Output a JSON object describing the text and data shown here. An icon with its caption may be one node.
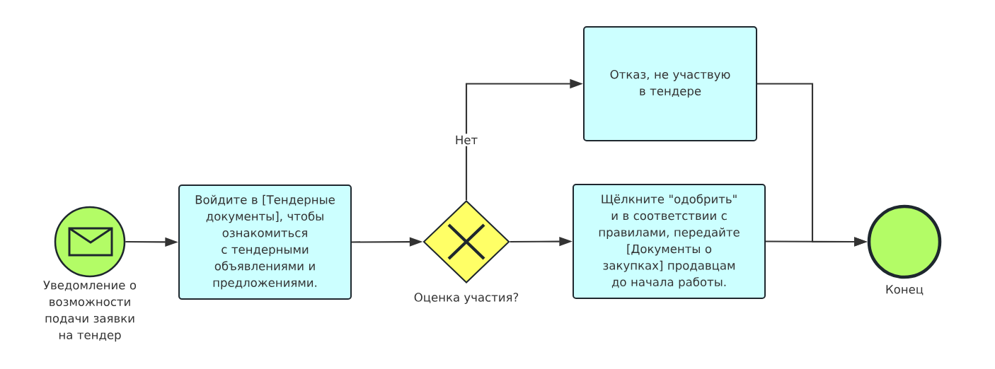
{
  "diagram": {
    "nodes": [
      {
        "text": [
          "Уведомление о возможности подачи заявки на тендер"
        ]
      },
      {
        "text": [
          "Войдите в [Тендерные документы], чтобы ознакомиться с тендерными объявлениями и предложениями."
        ]
      },
      {
        "text": [
          "Оценка участия?"
        ]
      },
      {
        "text": [
          "Отказ, не участвую в тендере"
        ]
      },
      {
        "text": [
          "Щёлкните \"одобрить\" и в соответствии с правилами, передайте [Документы о закупках] продавцам до начала работы."
        ]
      },
      {
        "text": [
          "Конец"
        ]
      }
    ],
    "edges": [
      {
        "from": 0,
        "to": 1,
        "arrow": "to"
      },
      {
        "from": 1,
        "to": 2,
        "arrow": "to"
      },
      {
        "from": 2,
        "to": 3,
        "arrow": "to",
        "label": "Нет"
      },
      {
        "from": 2,
        "to": 4,
        "arrow": "to"
      },
      {
        "from": 3,
        "to": 5,
        "arrow": "to"
      },
      {
        "from": 4,
        "to": 5,
        "arrow": "to"
      }
    ]
  }
}
